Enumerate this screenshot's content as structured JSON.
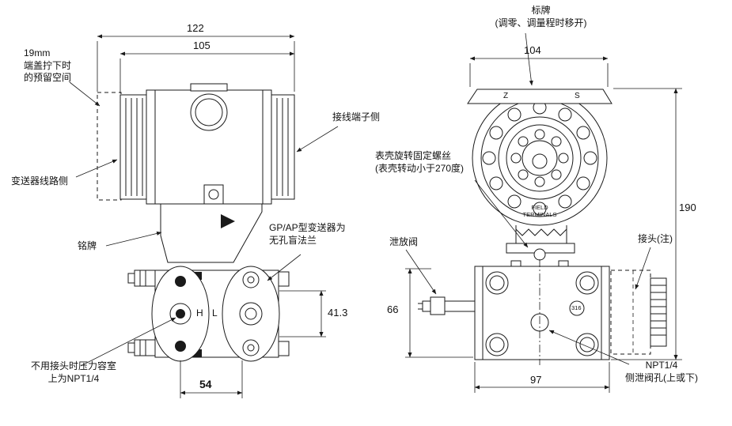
{
  "colors": {
    "line": "#1a1a1a",
    "background": "#ffffff"
  },
  "left_view": {
    "dims": {
      "d122": "122",
      "d105": "105",
      "d41_3": "41.3",
      "d54": "54"
    },
    "labels": {
      "reserved_space": "19mm\n端盖拧下时\n的预留空间",
      "circuit_side": "变送器线路侧",
      "terminal_side": "接线端子侧",
      "nameplate": "铭牌",
      "blind_flange": "GP/AP型变送器为\n无孔盲法兰",
      "npt_note": "不用接头时压力容室\n上为NPT1/4",
      "hl": "H L"
    }
  },
  "right_view": {
    "dims": {
      "d104": "104",
      "d190": "190",
      "d66": "66",
      "d97": "97"
    },
    "labels": {
      "tag_plate": "标牌\n(调零、调量程时移开)",
      "case_screw": "表壳旋转固定螺丝\n(表壳转动小于270度)",
      "drain_valve": "泄放阀",
      "connector": "接头(注)",
      "side_drain": "NPT1/4\n侧泄阀孔(上或下)",
      "field_terminals": "FIELD\nTERMINALS",
      "z_mark": "Z",
      "s_mark": "S",
      "mark_316": "316"
    }
  }
}
